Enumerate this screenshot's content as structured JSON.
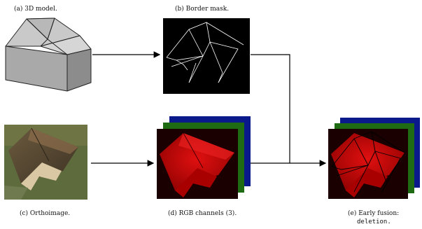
{
  "captions": {
    "a": "(a) 3D model.",
    "b": "(b) Border mask.",
    "c": "(c) Orthoimage.",
    "d": "(d) RGB channels (3).",
    "e_line1": "(e) Early fusion:",
    "e_line2": "deletion."
  },
  "colors": {
    "mask_bg": "#000000",
    "mask_lines": "#ffffff",
    "red_channel": "#c00000",
    "green_channel": "#1f6b14",
    "blue_channel": "#0a1a8a",
    "model_fill": "#bdbdbd",
    "arrow": "#000000"
  }
}
